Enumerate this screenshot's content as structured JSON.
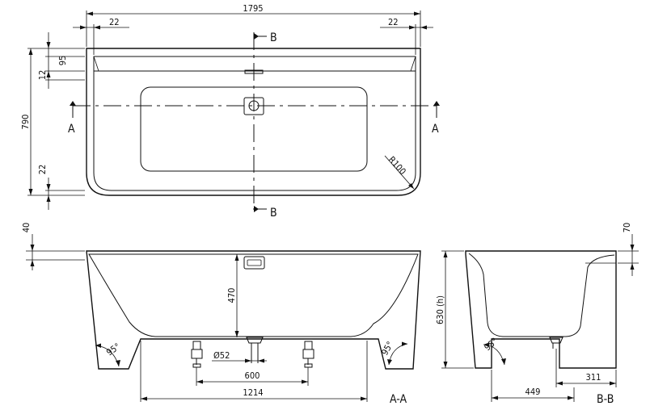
{
  "dimensions": {
    "total_length": "1795",
    "rim_left": "22",
    "rim_right": "22",
    "back_rim": "95",
    "overflow_offset": "12",
    "total_width": "790",
    "front_rim": "22",
    "corner_radius": "R100",
    "rim_height": "40",
    "inner_depth": "470",
    "drain_diameter": "Ø52",
    "feet_spacing": "600",
    "base_length": "1214",
    "side_rim": "70",
    "overall_height": "630 (h)",
    "drain_to_wall": "311",
    "drain_to_front": "449",
    "draft_angle_1": "95°",
    "draft_angle_2": "95°",
    "draft_angle_3": "95°"
  },
  "section_markers": {
    "a_left": "A",
    "a_right": "A",
    "b_top": "B",
    "b_bottom": "B"
  },
  "view_labels": {
    "section_aa": "A-A",
    "section_bb": "B-B"
  }
}
